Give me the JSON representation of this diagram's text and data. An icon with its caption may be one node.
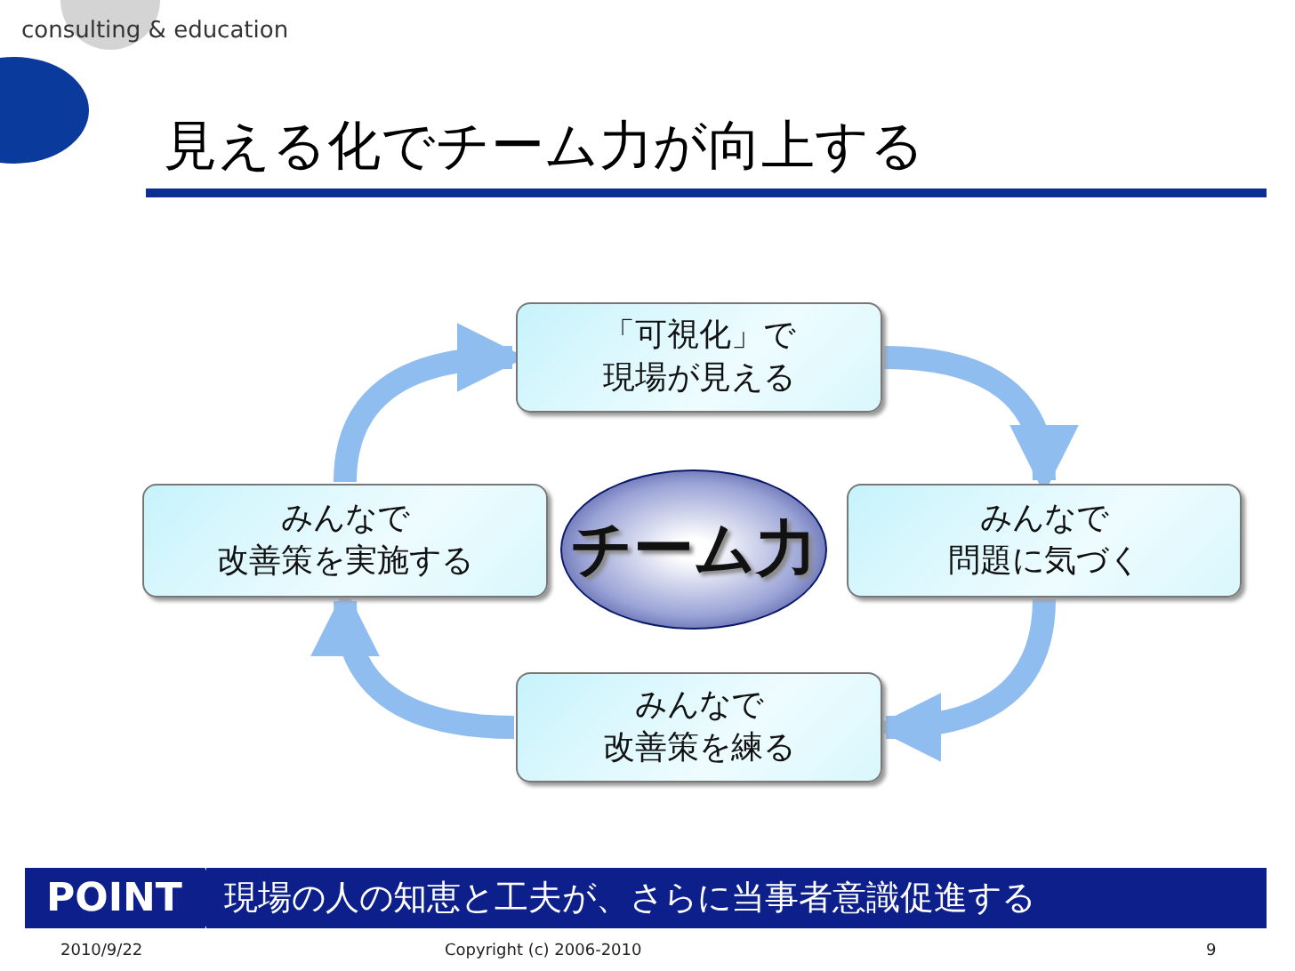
{
  "diagram": {
    "title": "見える化でチーム力が向上する",
    "nodes": [
      {
        "text": [
          "「可視化」で現場が見える"
        ]
      },
      {
        "text": [
          "みんなで問題に気づく"
        ]
      },
      {
        "text": [
          "みんなで改善策を練る"
        ]
      },
      {
        "text": [
          "みんなで改善策を実施する"
        ]
      },
      {
        "text": [
          "チーム力"
        ]
      }
    ],
    "edges": [
      {
        "from": 0,
        "to": 1,
        "arrow": "to"
      },
      {
        "from": 1,
        "to": 2,
        "arrow": "to"
      },
      {
        "from": 2,
        "to": 3,
        "arrow": "to"
      },
      {
        "from": 3,
        "to": 0,
        "arrow": "to"
      }
    ],
    "labels": [
      "consulting & education",
      "POINT",
      "現場の人の知恵と工夫が、さらに当事者意識促進する",
      "2010/9/22",
      "Copyright (c) 2006-2010",
      "9"
    ]
  }
}
